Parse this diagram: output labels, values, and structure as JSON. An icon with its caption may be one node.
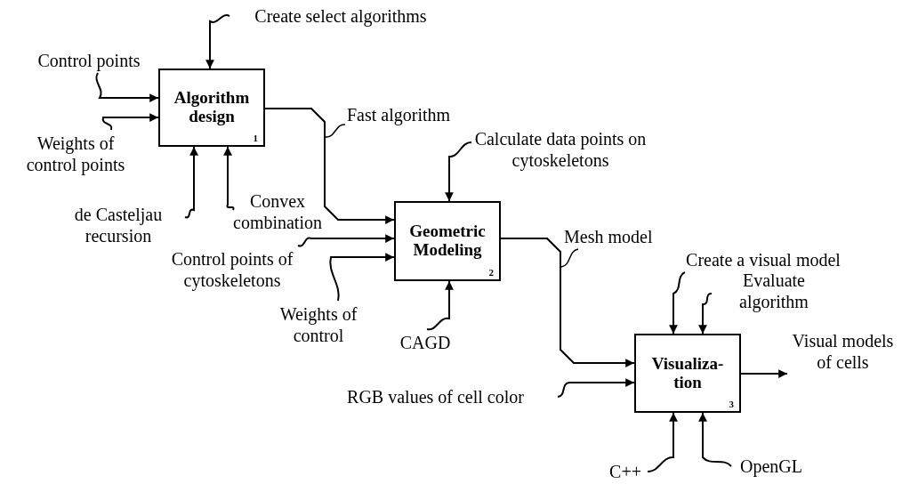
{
  "diagram": {
    "nodes": [
      {
        "text": [
          "Algorithm design",
          "1"
        ]
      },
      {
        "text": [
          "Geometric Modeling",
          "2"
        ]
      },
      {
        "text": [
          "Visualiza- tion",
          "3"
        ]
      },
      {
        "text": [
          "Create select algorithms"
        ]
      },
      {
        "text": [
          "Control points"
        ]
      },
      {
        "text": [
          "Weights of control points"
        ]
      },
      {
        "text": [
          "de Casteljau recursion"
        ]
      },
      {
        "text": [
          "Convex combination"
        ]
      },
      {
        "text": [
          "Calculate data points on cytoskeletons"
        ]
      },
      {
        "text": [
          "Control points of cytoskeletons"
        ]
      },
      {
        "text": [
          "Weights of control"
        ]
      },
      {
        "text": [
          "CAGD"
        ]
      },
      {
        "text": [
          "Create a visual model"
        ]
      },
      {
        "text": [
          "Evaluate algorithm"
        ]
      },
      {
        "text": [
          "RGB values of cell color"
        ]
      },
      {
        "text": [
          "C++"
        ]
      },
      {
        "text": [
          "OpenGL"
        ]
      },
      {
        "text": [
          "Visual models of cells"
        ]
      }
    ],
    "edges": [
      {
        "from": 3,
        "to": 0,
        "arrow": "to"
      },
      {
        "from": 4,
        "to": 0,
        "arrow": "to"
      },
      {
        "from": 5,
        "to": 0,
        "arrow": "to"
      },
      {
        "from": 6,
        "to": 0,
        "arrow": "to"
      },
      {
        "from": 7,
        "to": 0,
        "arrow": "to"
      },
      {
        "from": 0,
        "to": 1,
        "arrow": "to",
        "label": "Fast algorithm"
      },
      {
        "from": 8,
        "to": 1,
        "arrow": "to"
      },
      {
        "from": 9,
        "to": 1,
        "arrow": "to"
      },
      {
        "from": 10,
        "to": 1,
        "arrow": "to"
      },
      {
        "from": 11,
        "to": 1,
        "arrow": "to"
      },
      {
        "from": 1,
        "to": 2,
        "arrow": "to",
        "label": "Mesh model"
      },
      {
        "from": 12,
        "to": 2,
        "arrow": "to"
      },
      {
        "from": 13,
        "to": 2,
        "arrow": "to"
      },
      {
        "from": 14,
        "to": 2,
        "arrow": "to"
      },
      {
        "from": 15,
        "to": 2,
        "arrow": "to"
      },
      {
        "from": 16,
        "to": 2,
        "arrow": "to"
      },
      {
        "from": 2,
        "to": 17,
        "arrow": "to"
      }
    ]
  }
}
